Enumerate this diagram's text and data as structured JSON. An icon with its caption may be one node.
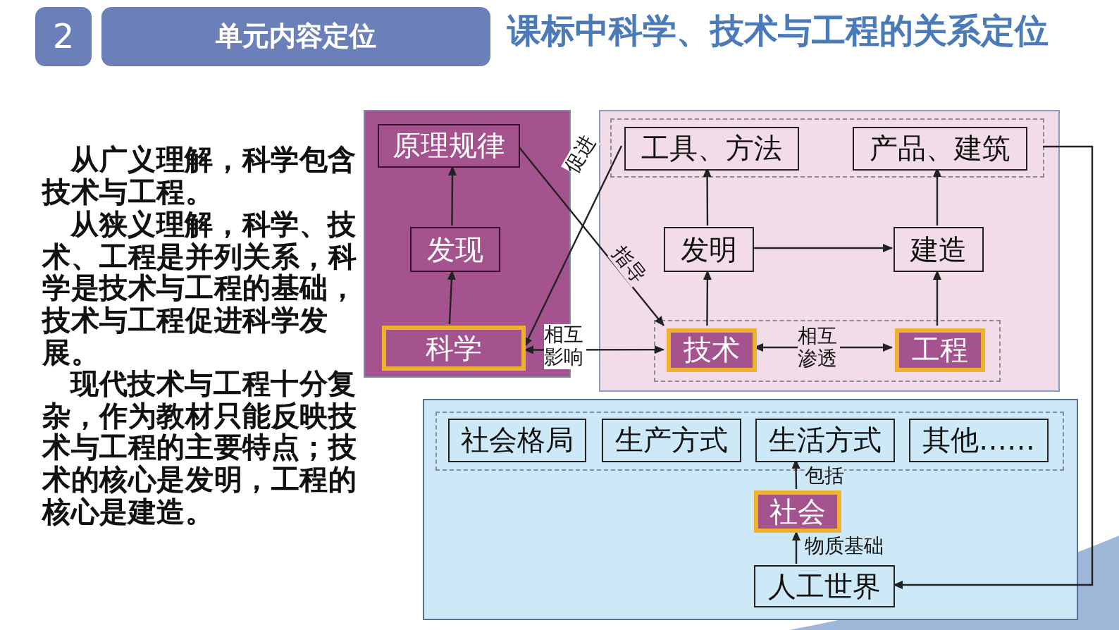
{
  "diagram": {
    "title": "课标中科学、技术与工程的关系定位",
    "nodes": [
      {
        "text": [
          "2"
        ]
      },
      {
        "text": [
          "单元内容定位"
        ]
      },
      {
        "text": [],
        "shape": "box"
      },
      {
        "text": [
          "原理规律"
        ],
        "in": 2
      },
      {
        "text": [
          "发现"
        ],
        "in": 2
      },
      {
        "text": [
          "科学"
        ],
        "in": 2
      },
      {
        "text": [],
        "shape": "box"
      },
      {
        "text": [],
        "shape": "box",
        "in": 6
      },
      {
        "text": [
          "工具、方法"
        ],
        "in": 7
      },
      {
        "text": [
          "产品、建筑"
        ],
        "in": 7
      },
      {
        "text": [
          "发明"
        ],
        "in": 6
      },
      {
        "text": [
          "建造"
        ],
        "in": 6
      },
      {
        "text": [],
        "shape": "box",
        "in": 6
      },
      {
        "text": [
          "技术"
        ],
        "in": 12
      },
      {
        "text": [
          "工程"
        ],
        "in": 12
      },
      {
        "text": [],
        "shape": "box"
      },
      {
        "text": [],
        "shape": "box",
        "in": 15
      },
      {
        "text": [
          "社会格局"
        ],
        "in": 16
      },
      {
        "text": [
          "生产方式"
        ],
        "in": 16
      },
      {
        "text": [
          "生活方式"
        ],
        "in": 16
      },
      {
        "text": [
          "其他……"
        ],
        "in": 16
      },
      {
        "text": [
          "社会"
        ],
        "in": 15
      },
      {
        "text": [
          "人工世界"
        ],
        "in": 15
      }
    ],
    "edges": [
      {
        "from": 5,
        "to": 4,
        "arrow": "to"
      },
      {
        "from": 4,
        "to": 3,
        "arrow": "to"
      },
      {
        "from": 8,
        "to": 5,
        "arrow": "to",
        "label": "促进"
      },
      {
        "from": 3,
        "to": 13,
        "arrow": "to",
        "label": "指导"
      },
      {
        "from": 5,
        "to": 13,
        "arrow": "both",
        "label": "相互影响"
      },
      {
        "from": 13,
        "to": 14,
        "arrow": "both",
        "label": "相互渗透"
      },
      {
        "from": 13,
        "to": 10,
        "arrow": "to"
      },
      {
        "from": 10,
        "to": 8,
        "arrow": "to"
      },
      {
        "from": 10,
        "to": 11,
        "arrow": "to"
      },
      {
        "from": 14,
        "to": 11,
        "arrow": "to"
      },
      {
        "from": 11,
        "to": 9,
        "arrow": "to"
      },
      {
        "from": 7,
        "to": 22,
        "arrow": "to"
      },
      {
        "from": 22,
        "to": 21,
        "arrow": "to",
        "label": "物质基础"
      },
      {
        "from": 21,
        "to": 19,
        "arrow": "to",
        "label": "包括"
      }
    ],
    "labels": [
      "从广义理解，科学包含技术与工程。",
      "从狭义理解，科学、技术、工程是并列关系，科学是技术与工程的基础，技术与工程促进科学发展。",
      "现代技术与工程十分复杂，作为教材只能反映技术与工程的主要特点；技术的核心是发明，工程的核心是建造。"
    ]
  }
}
